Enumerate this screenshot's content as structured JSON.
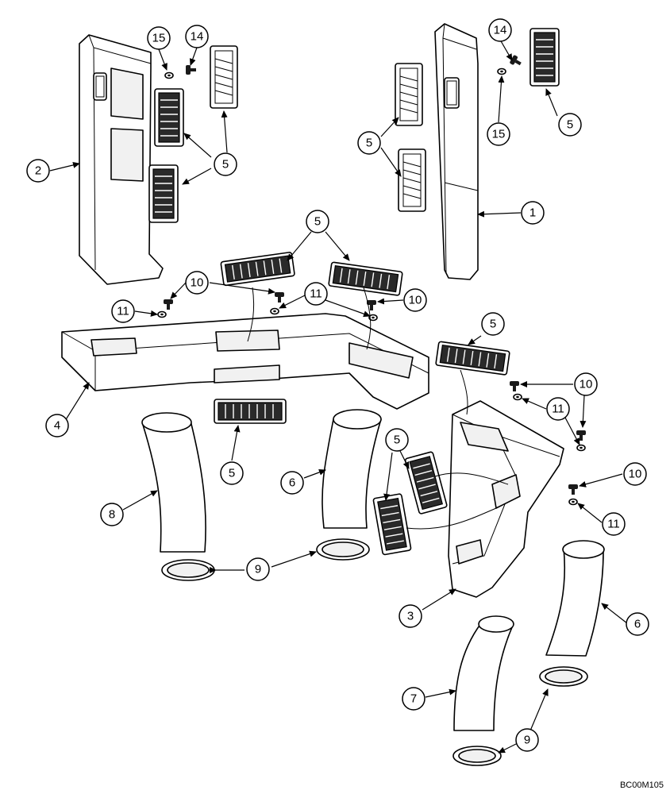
{
  "callouts": {
    "c2": "2",
    "c15a": "15",
    "c14a": "14",
    "c5a": "5",
    "c1": "1",
    "c14b": "14",
    "c15b": "15",
    "c5b": "5",
    "c5c": "5",
    "c5d": "5",
    "c10a": "10",
    "c11a": "11",
    "c11b": "11",
    "c10b": "10",
    "c4": "4",
    "c5e": "5",
    "c8": "8",
    "c6a": "6",
    "c5f": "5",
    "c5g": "5",
    "c10c": "10",
    "c11c": "11",
    "c10d": "10",
    "c11d": "11",
    "c9a": "9",
    "c3": "3",
    "c6b": "6",
    "c7": "7",
    "c9b": "9"
  },
  "reference_code": "BC00M105"
}
